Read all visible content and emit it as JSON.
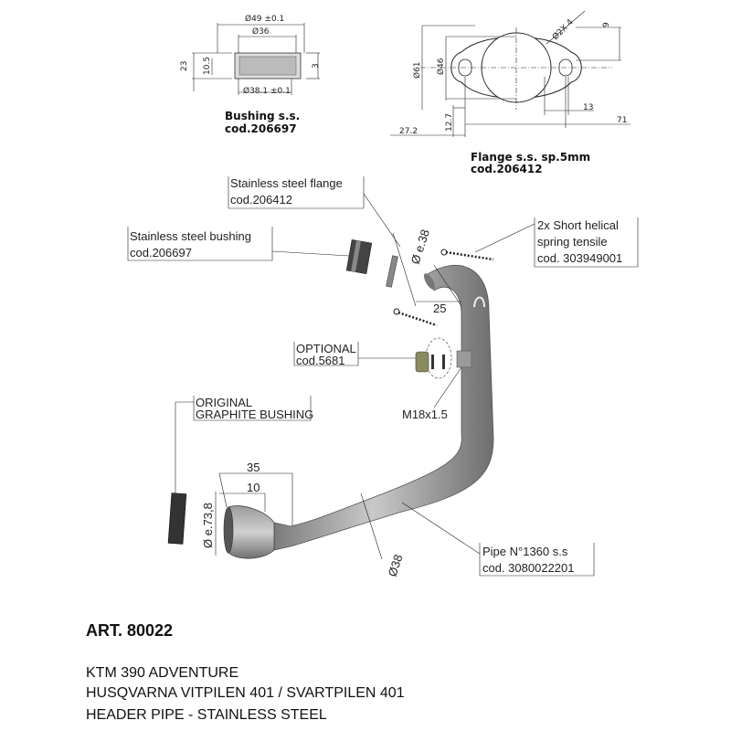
{
  "bushing": {
    "dim_top": "Ø49 ±0.1",
    "dim_inner": "Ø36",
    "dim_bottom": "Ø38.1 ±0.1",
    "dim_height": "23",
    "dim_mid": "10.5",
    "dim_side": "3",
    "title": "Bushing s.s.",
    "code": "cod.206697"
  },
  "flange": {
    "dim_holes": "Ø2X 4",
    "dim_9": "9",
    "dim_61": "Ø61",
    "dim_46": "Ø46",
    "dim_12_7": "12.7",
    "dim_13": "13",
    "dim_27_2": "27.2",
    "dim_71": "71",
    "title": "Flange s.s. sp.5mm",
    "code": "cod.206412"
  },
  "callouts": {
    "flange_l1": "Stainless steel flange",
    "flange_l2": "cod.206412",
    "bushing_l1": "Stainless steel bushing",
    "bushing_l2": "cod.206697",
    "spring_l1": "2x Short helical",
    "spring_l2": "spring tensile",
    "spring_l3": "cod. 303949001",
    "optional_l1": "OPTIONAL",
    "optional_l2": "cod.5681",
    "m18": "M18x1.5",
    "graphite_l1": "ORIGINAL",
    "graphite_l2": "GRAPHITE BUSHING",
    "pipe_l1": "Pipe N°1360 s.s",
    "pipe_l2": "cod. 3080022201"
  },
  "assembly_dims": {
    "e38": "Ø e.38",
    "d25": "25",
    "d35": "35",
    "d10": "10",
    "e73_8": "Ø e.73,8",
    "d38": "Ø38"
  },
  "footer": {
    "art": "ART. 80022",
    "line1": "KTM 390 ADVENTURE",
    "line2": "HUSQVARNA VITPILEN 401 / SVARTPILEN 401",
    "line3": "HEADER PIPE - STAINLESS STEEL"
  }
}
